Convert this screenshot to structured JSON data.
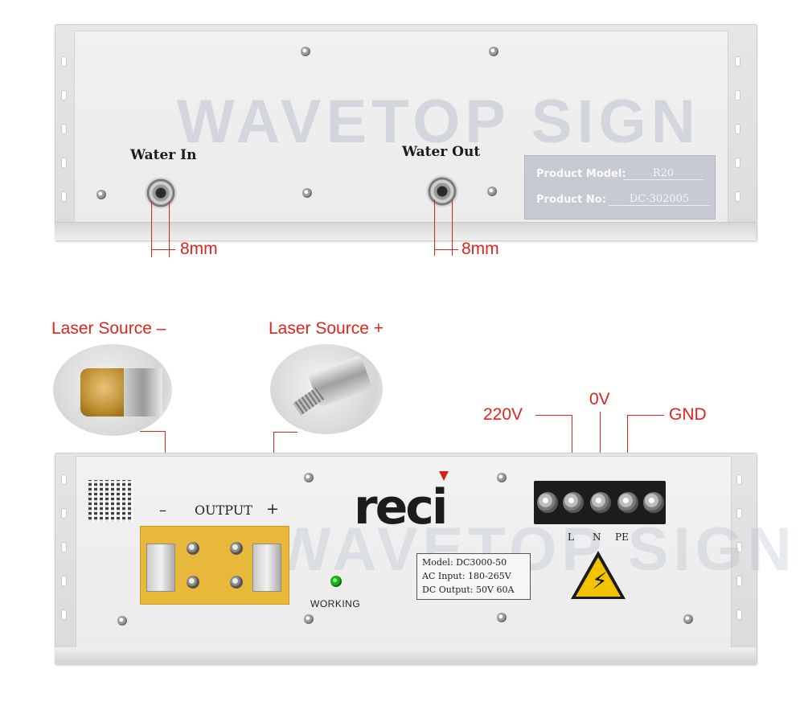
{
  "top_panel": {
    "watermark": "WAVETOP SIGN",
    "water_in_label": "Water In",
    "water_out_label": "Water Out",
    "product_model_label": "Product Model:",
    "product_model_value": "R20",
    "product_no_label": "Product No:",
    "product_no_value": "DC-302005",
    "dim_left": "8mm",
    "dim_right": "8mm"
  },
  "callouts": {
    "laser_minus": "Laser Source –",
    "laser_plus": "Laser Source +",
    "v220": "220V",
    "v0": "0V",
    "gnd": "GND"
  },
  "bottom_panel": {
    "watermark": "WAVETOP SIGN",
    "minus_symbol": "–",
    "output_label": "OUTPUT",
    "plus_symbol": "+",
    "brand": "reci",
    "working_label": "WORKING",
    "spec_model": "Model: DC3000-50",
    "spec_ac": "AC Input: 180-265V",
    "spec_dc": "DC Output: 50V 60A",
    "terminal_l": "L",
    "terminal_n": "N",
    "terminal_pe": "PE"
  },
  "colors": {
    "callout_red": "#e0241c",
    "pcb_yellow": "#e7b83a",
    "warning_yellow": "#f3c300",
    "brand_accent": "#d4231d"
  }
}
